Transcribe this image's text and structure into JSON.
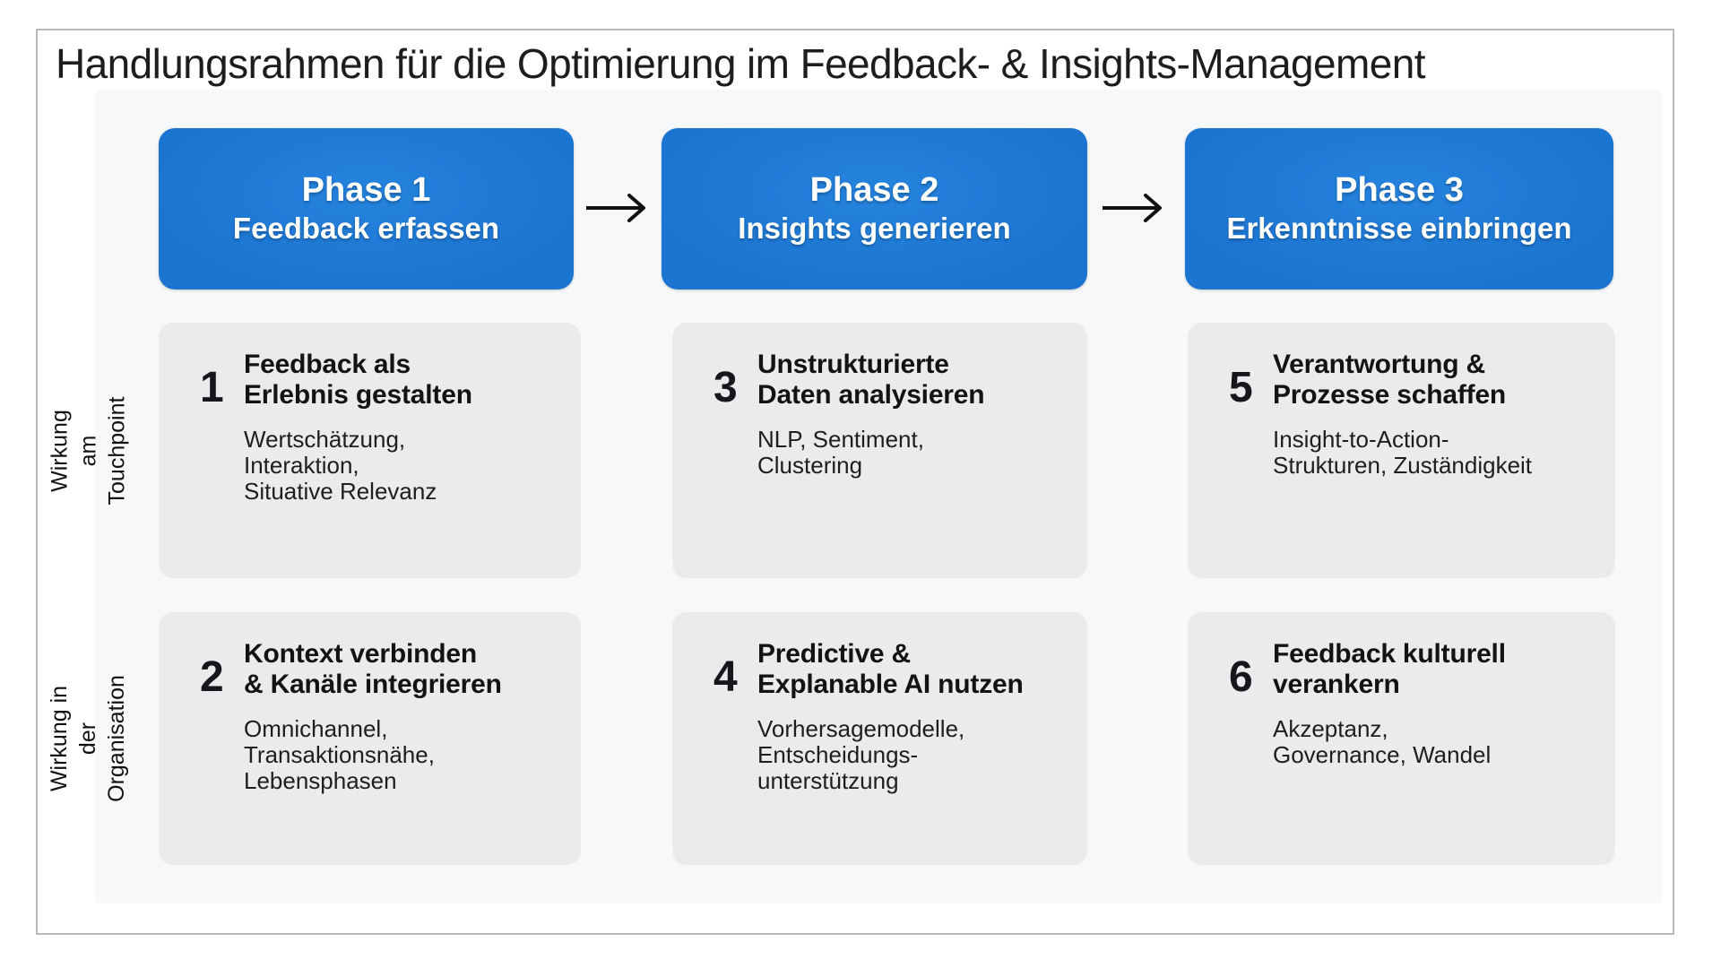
{
  "page": {
    "title": "Handlungsrahmen für die Optimierung im Feedback- & Insights-Management"
  },
  "colors": {
    "phase_blue": "#1b74d0",
    "card_background": "#e9ebec",
    "arrow_black": "#111111",
    "frame_border": "#b7babd"
  },
  "phases": [
    {
      "label": "Phase 1",
      "sublabel": "Feedback erfassen"
    },
    {
      "label": "Phase 2",
      "sublabel": "Insights generieren"
    },
    {
      "label": "Phase 3",
      "sublabel": "Erkenntnisse einbringen"
    }
  ],
  "row_labels": [
    {
      "text": "Wirkung am\nTouchpoint"
    },
    {
      "text": "Wirkung in der\nOrganisation"
    }
  ],
  "cards": [
    {
      "number": "1",
      "title": "Feedback als\nErlebnis gestalten",
      "body": "Wertschätzung,\nInteraktion,\nSituative Relevanz"
    },
    {
      "number": "3",
      "title": "Unstrukturierte\nDaten analysieren",
      "body": "NLP, Sentiment,\nClustering"
    },
    {
      "number": "5",
      "title": "Verantwortung &\nProzesse schaffen",
      "body": "Insight-to-Action-\nStrukturen, Zuständigkeit"
    },
    {
      "number": "2",
      "title": "Kontext verbinden\n& Kanäle integrieren",
      "body": "Omnichannel,\nTransaktionsnähe,\nLebensphasen"
    },
    {
      "number": "4",
      "title": "Predictive &\nExplanable AI nutzen",
      "body": "Vorhersagemodelle,\nEntscheidungs-\nunterstützung"
    },
    {
      "number": "6",
      "title": "Feedback kulturell\nverankern",
      "body": "Akzeptanz,\nGovernance, Wandel"
    }
  ]
}
